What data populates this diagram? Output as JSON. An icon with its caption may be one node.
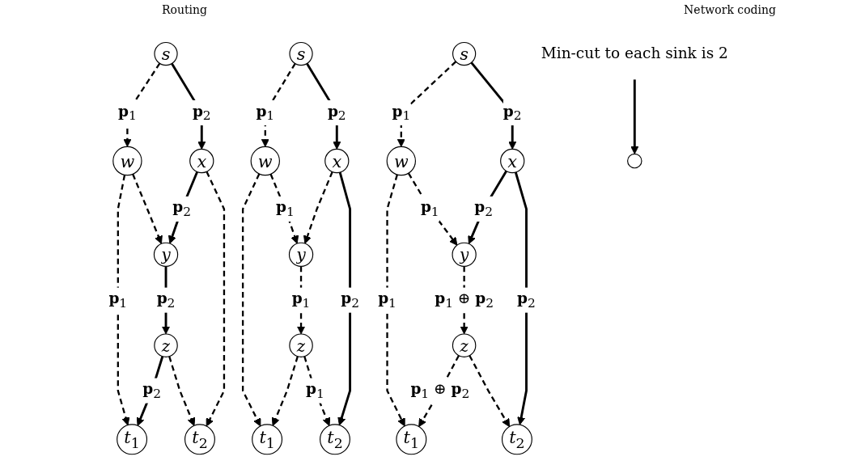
{
  "diagram": {
    "nodes": [
      {
        "text": [
          "*s*"
        ]
      },
      {
        "text": [
          "*w*"
        ]
      },
      {
        "text": [
          "*x*"
        ]
      },
      {
        "text": [
          "*y*"
        ]
      },
      {
        "text": [
          "*z*"
        ]
      },
      {
        "text": [
          "*t*$_{1}$"
        ]
      },
      {
        "text": [
          "*t*$_{2}$"
        ]
      },
      {
        "text": [
          "*s*"
        ]
      },
      {
        "text": [
          "*w*"
        ]
      },
      {
        "text": [
          "*x*"
        ]
      },
      {
        "text": [
          "*y*"
        ]
      },
      {
        "text": [
          "*z*"
        ]
      },
      {
        "text": [
          "*t*$_{1}$"
        ]
      },
      {
        "text": [
          "*t*$_{2}$"
        ]
      },
      {
        "text": [
          "*s*"
        ]
      },
      {
        "text": [
          "*w*"
        ]
      },
      {
        "text": [
          "*x*"
        ]
      },
      {
        "text": [
          "*y*"
        ]
      },
      {
        "text": [
          "*z*"
        ]
      },
      {
        "text": [
          "*t*$_{1}$"
        ]
      },
      {
        "text": [
          "*t*$_{2}$"
        ]
      },
      {
        "text": [
          "Min-cut to each sink is 2"
        ]
      },
      {
        "text": [],
        "shape": "arc"
      }
    ],
    "edges": [
      {
        "from": 0,
        "to": 1,
        "arrow": "to",
        "style": "dashed",
        "label": "**p**$_{1}$"
      },
      {
        "from": 0,
        "to": 2,
        "arrow": "to",
        "label": "**p**$_{2}$"
      },
      {
        "from": 1,
        "to": 5,
        "arrow": "to",
        "style": "dashed",
        "label": "**p**$_{1}$"
      },
      {
        "from": 1,
        "to": 3,
        "arrow": "to",
        "style": "dashed"
      },
      {
        "from": 2,
        "to": 3,
        "arrow": "to",
        "label": "**p**$_{2}$"
      },
      {
        "from": 2,
        "to": 6,
        "arrow": "to",
        "style": "dashed"
      },
      {
        "from": 3,
        "to": 4,
        "arrow": "to",
        "label": "**p**$_{2}$"
      },
      {
        "from": 4,
        "to": 5,
        "arrow": "to",
        "label": "**p**$_{2}$"
      },
      {
        "from": 4,
        "to": 6,
        "arrow": "to",
        "style": "dashed"
      },
      {
        "from": 7,
        "to": 8,
        "arrow": "to",
        "style": "dashed",
        "label": "**p**$_{1}$"
      },
      {
        "from": 7,
        "to": 9,
        "arrow": "to",
        "label": "**p**$_{2}$"
      },
      {
        "from": 8,
        "to": 12,
        "arrow": "to",
        "style": "dashed"
      },
      {
        "from": 8,
        "to": 10,
        "arrow": "to",
        "style": "dashed",
        "label": "**p**$_{1}$"
      },
      {
        "from": 9,
        "to": 10,
        "arrow": "to",
        "style": "dashed"
      },
      {
        "from": 9,
        "to": 13,
        "arrow": "to",
        "label": "**p**$_{2}$"
      },
      {
        "from": 10,
        "to": 11,
        "arrow": "to",
        "style": "dashed",
        "label": "**p**$_{1}$"
      },
      {
        "from": 11,
        "to": 12,
        "arrow": "to",
        "style": "dashed"
      },
      {
        "from": 11,
        "to": 13,
        "arrow": "to",
        "style": "dashed",
        "label": "**p**$_{1}$"
      },
      {
        "from": 14,
        "to": 15,
        "arrow": "to",
        "style": "dashed",
        "label": "**p**$_{1}$"
      },
      {
        "from": 14,
        "to": 16,
        "arrow": "to",
        "label": "**p**$_{2}$"
      },
      {
        "from": 15,
        "to": 19,
        "arrow": "to",
        "style": "dashed",
        "label": "**p**$_{1}$"
      },
      {
        "from": 15,
        "to": 17,
        "arrow": "to",
        "style": "dashed",
        "label": "**p**$_{1}$"
      },
      {
        "from": 16,
        "to": 17,
        "arrow": "to",
        "label": "**p**$_{2}$"
      },
      {
        "from": 16,
        "to": 20,
        "arrow": "to",
        "label": "**p**$_{2}$"
      },
      {
        "from": 17,
        "to": 18,
        "arrow": "to",
        "style": "dashed",
        "label": "**p**$_{1}$ ⊕ **p**$_{2}$"
      },
      {
        "from": 18,
        "to": 19,
        "arrow": "to",
        "style": "dashed",
        "label": "**p**$_{1}$ ⊕ **p**$_{2}$"
      },
      {
        "from": 18,
        "to": 20,
        "arrow": "to",
        "style": "dashed"
      },
      {
        "from": 21,
        "to": 22,
        "arrow": "to"
      }
    ],
    "labels": [
      "Routing",
      "Network coding"
    ]
  }
}
